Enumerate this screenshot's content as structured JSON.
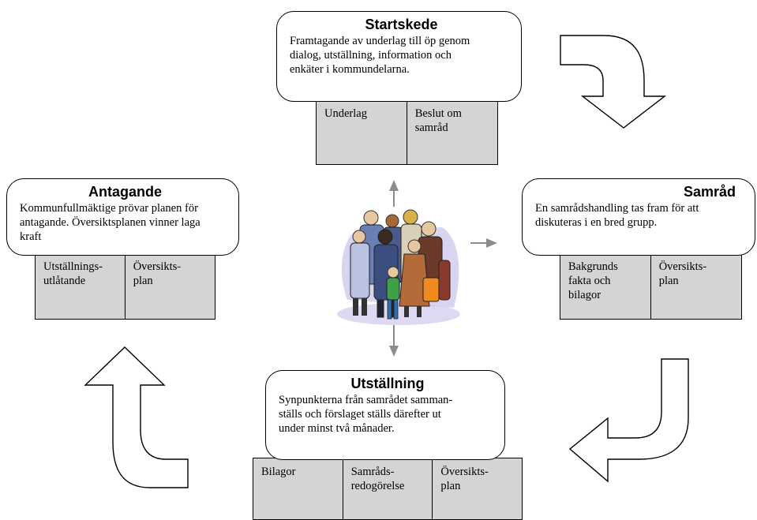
{
  "stages": {
    "startskede": {
      "title": "Startskede",
      "desc": [
        "Framtagande av underlag till öp genom",
        "dialog, utställning, information och",
        "enkäter i kommundelarna."
      ],
      "docs": [
        [
          "Underlag"
        ],
        [
          "Beslut om",
          "samråd"
        ]
      ]
    },
    "samrad": {
      "title": "Samråd",
      "desc": [
        "En samrådshandling tas fram för att",
        "diskuteras i en bred grupp."
      ],
      "docs": [
        [
          "Bakgrunds",
          "fakta och",
          "bilagor"
        ],
        [
          "Översikts-",
          "plan"
        ]
      ]
    },
    "utstallning": {
      "title": "Utställning",
      "desc": [
        "Synpunkterna från samrådet samman-",
        "ställs och förslaget ställs därefter ut",
        "under minst två månader."
      ],
      "docs": [
        [
          "Bilagor"
        ],
        [
          "Samråds-",
          "redogörelse"
        ],
        [
          "Översikts-",
          "plan"
        ]
      ]
    },
    "antagande": {
      "title": "Antagande",
      "desc": [
        "Kommunfullmäktige prövar planen för",
        "antagande. Översiktsplanen vinner laga",
        "kraft"
      ],
      "docs": [
        [
          "Utställnings-",
          "utlåtande"
        ],
        [
          "Översikts-",
          "plan"
        ]
      ]
    }
  },
  "colors": {
    "doc_fill": "#d4d4d4",
    "small_arrow": "#8c8c8c",
    "border": "#000000"
  },
  "icons": {
    "center": "people-group-clipart-icon",
    "cycle_arrows": "curved-arrow-icon"
  }
}
